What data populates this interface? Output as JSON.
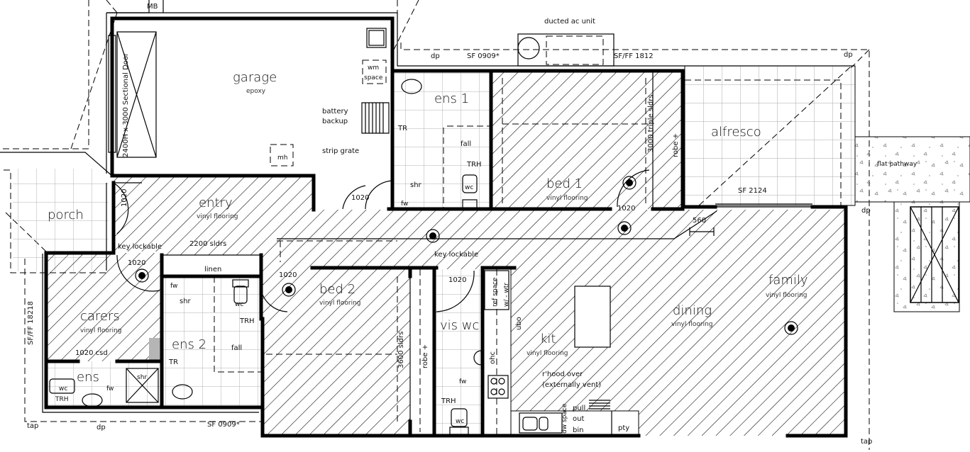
{
  "colors": {
    "line": "#000000",
    "tile": "#b0b0b0",
    "background": "#ffffff",
    "fill_grey": "#b5b5b5"
  },
  "rooms": {
    "garage": {
      "name": "garage",
      "finish": "epoxy"
    },
    "entry": {
      "name": "entry",
      "finish": "vinyl flooring"
    },
    "porch": {
      "name": "porch"
    },
    "ens1": {
      "name": "ens 1"
    },
    "bed1": {
      "name": "bed 1",
      "finish": "vinyl flooring"
    },
    "alfresco": {
      "name": "alfresco"
    },
    "carers": {
      "name": "carers",
      "finish": "vinyl flooring"
    },
    "ens_small": {
      "name": "ens"
    },
    "ens2": {
      "name": "ens 2"
    },
    "bed2": {
      "name": "bed 2",
      "finish": "vinyl flooring"
    },
    "vis_wc": {
      "name": "vis wc"
    },
    "kit": {
      "name": "kit",
      "finish": "vinyl flooring"
    },
    "dining": {
      "name": "dining",
      "finish": "vinyl flooring"
    },
    "family": {
      "name": "family",
      "finish": "vinyl flooring"
    }
  },
  "labels": {
    "mb": "MB",
    "sectional_door": "2400H x 3000 Sectional Door",
    "wm": "wm",
    "space": "space",
    "battery": "battery",
    "backup": "backup",
    "strip_grate": "strip grate",
    "mh": "mh",
    "door_1020": "1020",
    "tr": "TR",
    "trh": "TRH",
    "fall": "fall",
    "shr": "shr",
    "wc": "wc",
    "fw": "fw",
    "triple_sldrs": "3000 triple sldrs",
    "robe": "robe +",
    "ducted_ac": "ducted ac unit",
    "dp": "dp",
    "sf_0909": "SF 0909*",
    "sf_ff_1812": "SF/FF 1812",
    "sf_2124": "SF 2124",
    "dim_560": "560",
    "flat_pathway": "flat pathway",
    "key_lockable": "key lockable",
    "sldrs_2200": "2200 sldrs",
    "linen": "linen",
    "csd_1020": "1020 csd",
    "sf_ff_18218": "SF/FF 18218",
    "tap": "tap",
    "sldrs_3600": "3600 sldrs",
    "ref_space": "ref space",
    "w_wtr": "w/ - wtr",
    "ubo": "ubo",
    "ohc": "ohc",
    "rhood_over": "r'hood over",
    "externally_vent": "(externally vent)",
    "dw_space": "dw space",
    "pull": "pull",
    "out": "out",
    "bin": "bin",
    "pty": "pty"
  }
}
